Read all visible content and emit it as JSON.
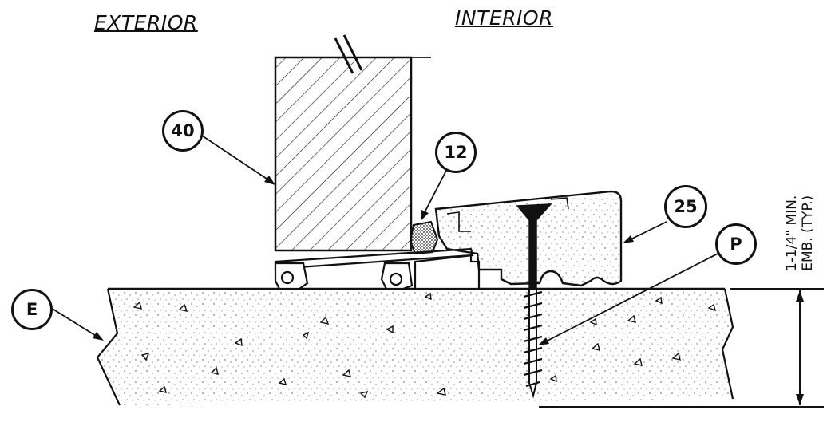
{
  "side_labels": {
    "exterior": "EXTERIOR",
    "interior": "INTERIOR"
  },
  "callouts": {
    "door": "40",
    "seal": "12",
    "threshold": "25",
    "anchor": "P",
    "substrate": "E"
  },
  "dimension": {
    "line1": "1-1/4\" MIN.",
    "line2": "EMB. (TYP.)"
  }
}
